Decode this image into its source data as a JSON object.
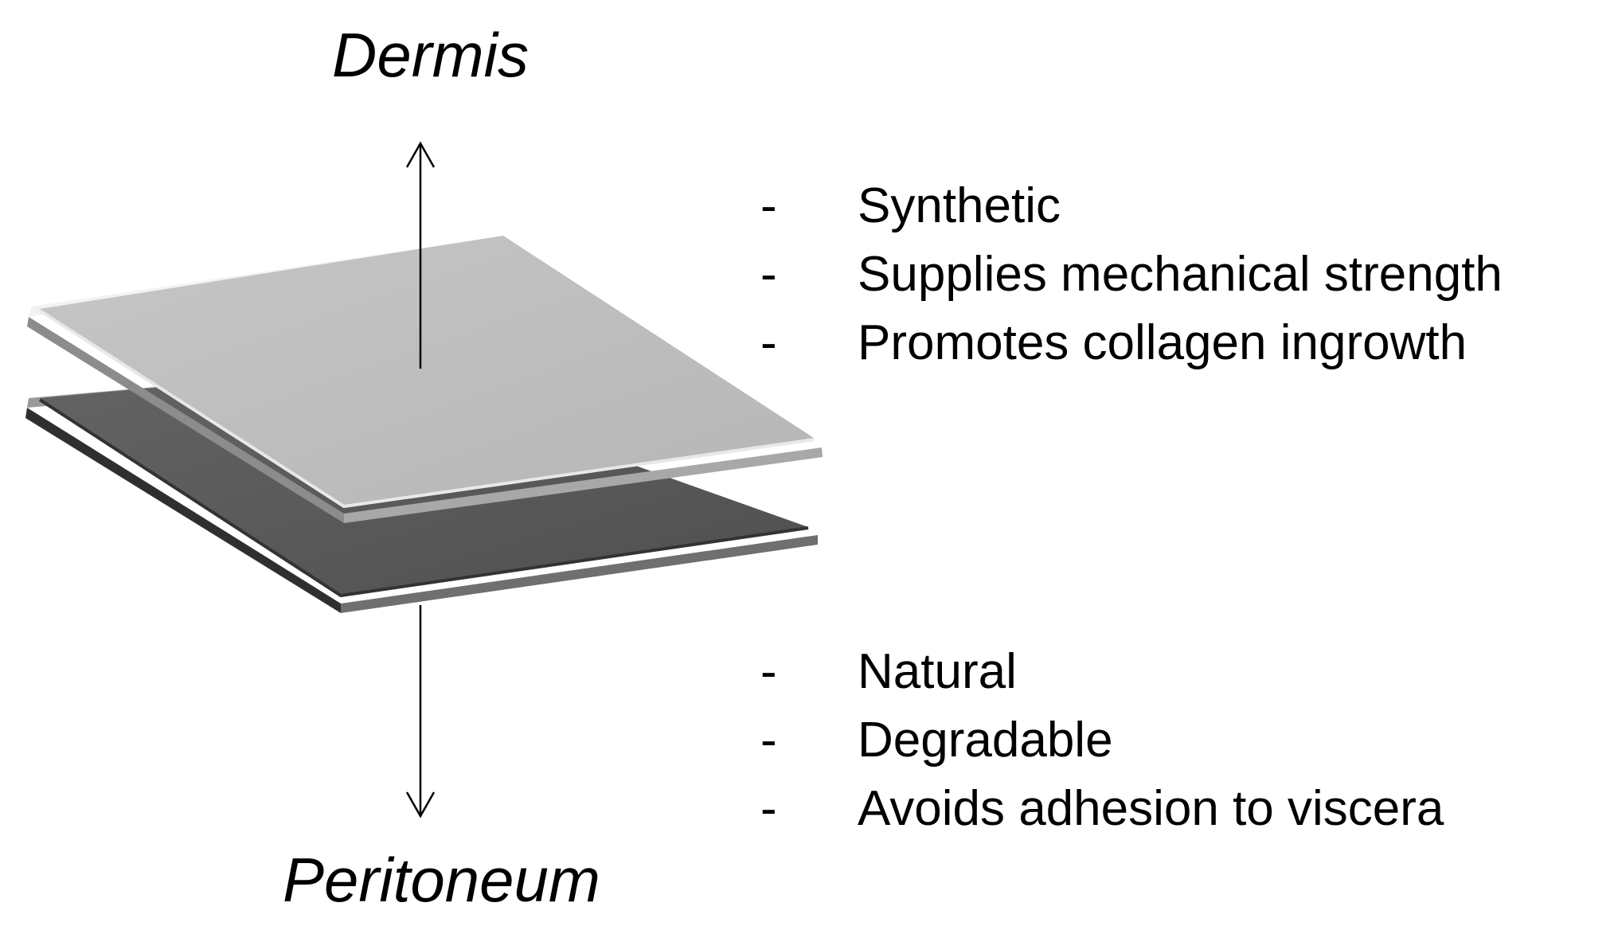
{
  "labels": {
    "top": "Dermis",
    "bottom": "Peritoneum"
  },
  "top_layer": {
    "features": [
      "Synthetic",
      "Supplies mechanical strength",
      "Promotes collagen ingrowth"
    ]
  },
  "bottom_layer": {
    "features": [
      "Natural",
      "Degradable",
      "Avoids adhesion to viscera"
    ]
  },
  "bullet": "-",
  "colors": {
    "top_layer": "#bdbdbd",
    "bottom_layer": "#5b5b5b",
    "arrows": "#000000"
  }
}
